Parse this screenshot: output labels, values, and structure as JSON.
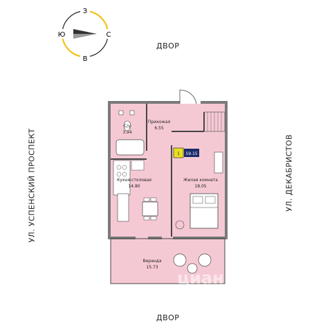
{
  "compass": {
    "north": "З",
    "south": "В",
    "west": "Ю",
    "east": "С",
    "accent_color": "#f2c21b"
  },
  "labels": {
    "top": "ДВОР",
    "bottom": "ДВОР",
    "left_street": "УЛ. УСПЕНСКИЙ ПРОСПЕКТ",
    "right_street": "УЛ. ДЕКАБРИСТОВ"
  },
  "rooms": {
    "bathroom": {
      "name": "С/у",
      "area": "3.94"
    },
    "hall": {
      "name": "Прихожая",
      "area": "6.55"
    },
    "kitchen": {
      "name": "Кухня-столовая",
      "area": "14.80"
    },
    "living": {
      "name": "Жилая комната",
      "area": "18.05"
    },
    "veranda": {
      "name": "Веранда",
      "area": "15.73"
    }
  },
  "apartment": {
    "rooms_count": "1",
    "total_area": "59.15",
    "badge_color": "#e8e020",
    "area_bg": "#1a2a6b"
  },
  "watermark": "циан",
  "colors": {
    "floor": "#f5c9d4",
    "wall": "#7a7a7a",
    "room_line": "#444444"
  }
}
